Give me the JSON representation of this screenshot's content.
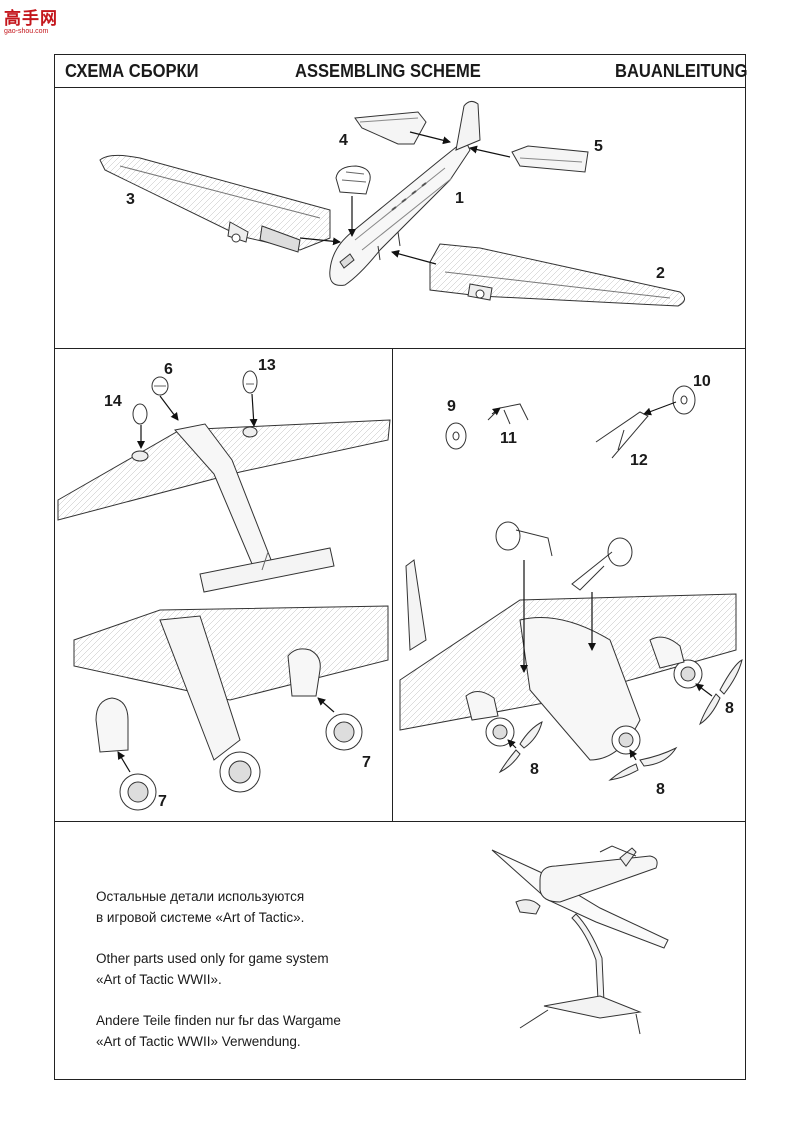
{
  "logo": {
    "glyphs": "高手网",
    "url": "gao-shou.com"
  },
  "header": {
    "title_ru": "СХЕМА СБОРКИ",
    "title_en": "ASSEMBLING SCHEME",
    "title_de": "BAUANLEITUNG"
  },
  "part_numbers": {
    "p1": "1",
    "p2": "2",
    "p3": "3",
    "p4": "4",
    "p5": "5",
    "p6": "6",
    "p7a": "7",
    "p7b": "7",
    "p8a": "8",
    "p8b": "8",
    "p8c": "8",
    "p9": "9",
    "p10": "10",
    "p11": "11",
    "p12": "12",
    "p13": "13",
    "p14": "14"
  },
  "notes": {
    "ru_line1": "Остальные детали используются",
    "ru_line2": "в игровой системе «Art of Tactic».",
    "en_line1": "Other parts used only for game system",
    "en_line2": "«Art of Tactic WWII».",
    "de_line1": "Andere Teile finden nur fьr das Wargame",
    "de_line2": "«Art of Tactic WWII» Verwendung."
  }
}
